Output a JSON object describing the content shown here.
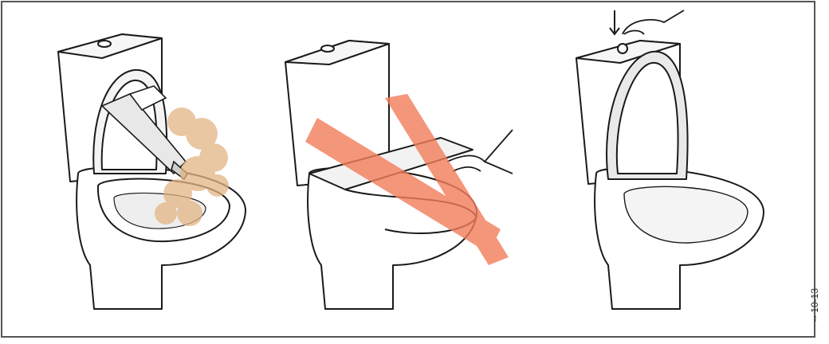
{
  "figure": {
    "reference_code": "-- 10-13",
    "panels": [
      {
        "id": "panel-1",
        "depiction": "bleach-pouring-with-fumes"
      },
      {
        "id": "panel-2",
        "depiction": "seat-lid-slammed-crossed-out"
      },
      {
        "id": "panel-3",
        "depiction": "flush-button-pressed-lid-open"
      }
    ],
    "colors": {
      "line": "#1a1a1a",
      "fumes": "#e3b585",
      "cross": "#f27d5a",
      "frame": "#555555"
    }
  }
}
